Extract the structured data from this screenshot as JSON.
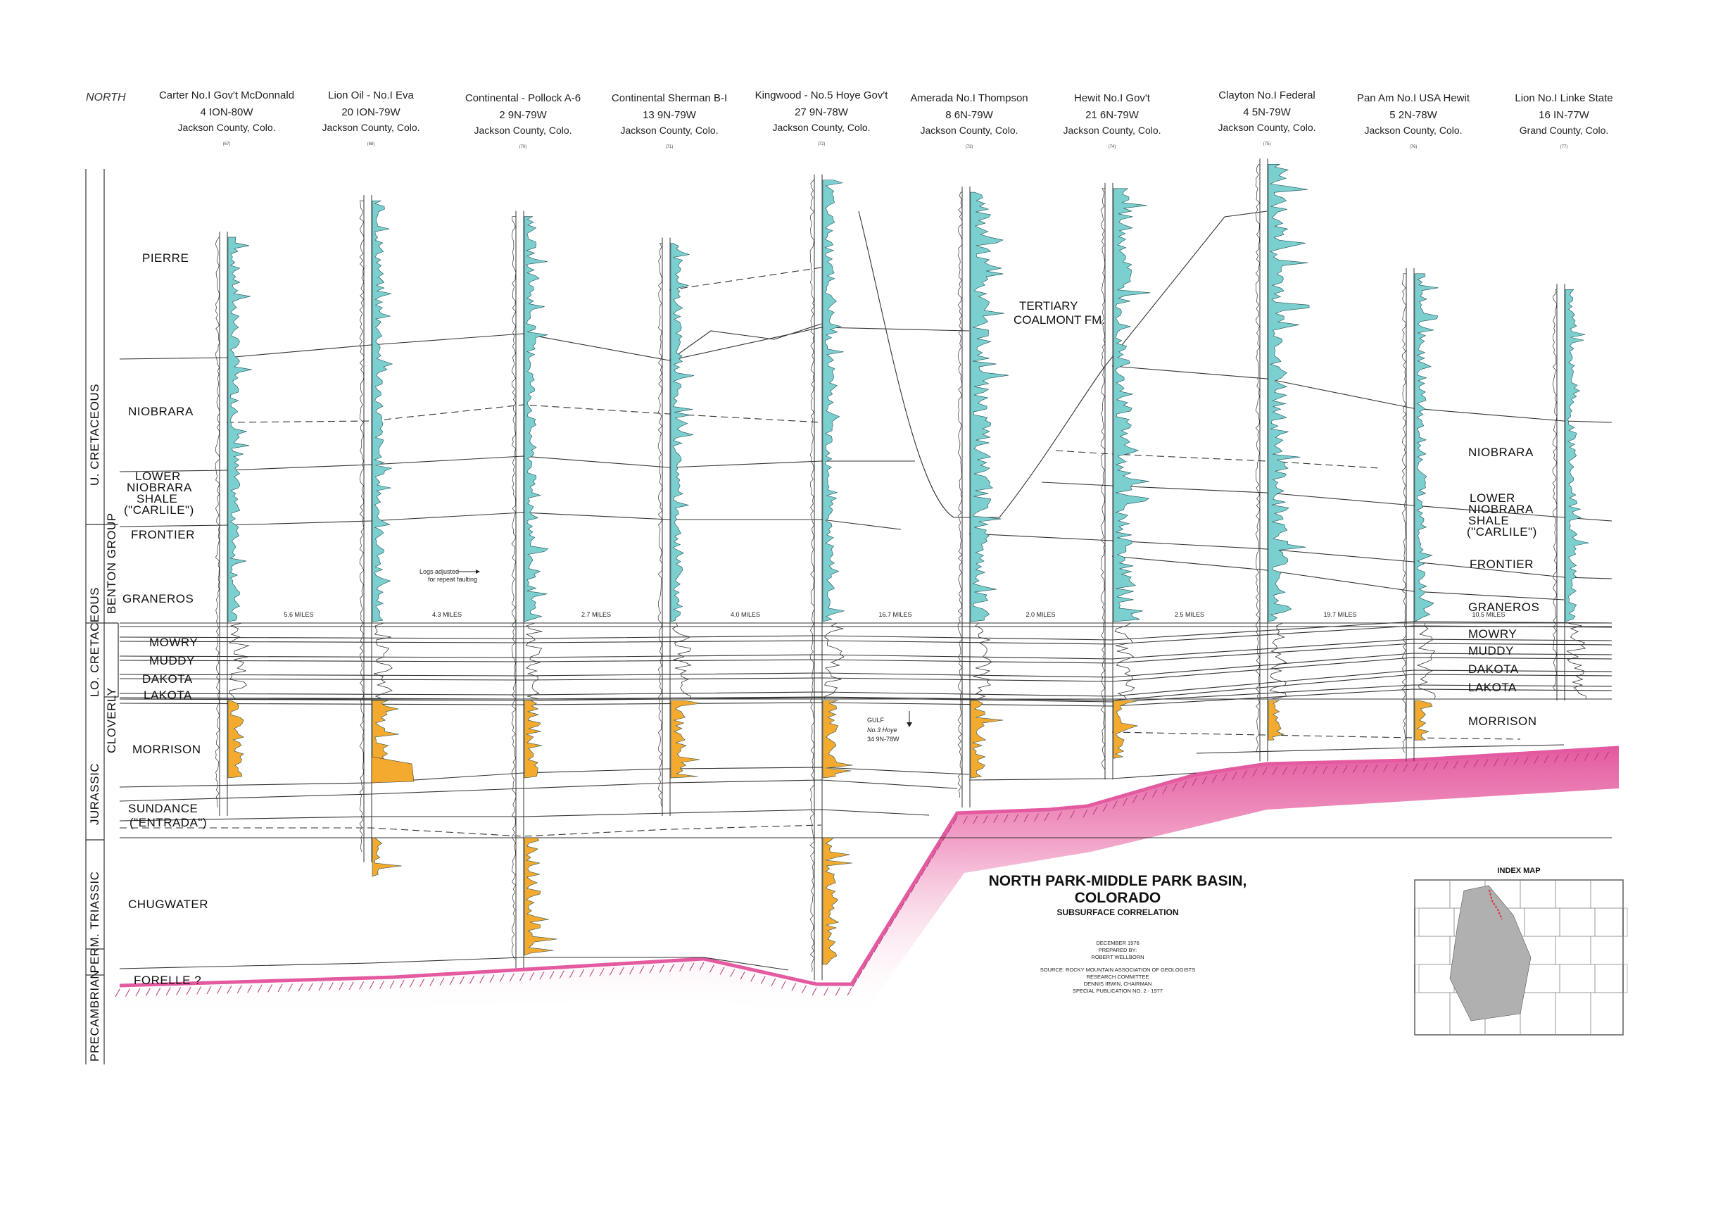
{
  "header": {
    "direction": "NORTH"
  },
  "wells": [
    {
      "name": "Carter No.I Gov't McDonnald",
      "location": "4 ION-80W",
      "county": "Jackson County, Colo.",
      "index": "(67)",
      "top": 0.195,
      "bottom": 0.665
    },
    {
      "name": "Lion Oil - No.I Eva",
      "location": "20 ION-79W",
      "county": "Jackson County, Colo.",
      "index": "(68)",
      "top": 0.165,
      "bottom": 0.703
    },
    {
      "name": "Continental - Pollock A-6",
      "location": "2 9N-79W",
      "county": "Jackson County, Colo.",
      "index": "(70)",
      "top": 0.178,
      "bottom": 0.79
    },
    {
      "name": "Continental Sherman B-I",
      "location": "13 9N-79W",
      "county": "Jackson County, Colo.",
      "index": "(71)",
      "top": 0.2,
      "bottom": 0.665
    },
    {
      "name": "Kingwood - No.5 Hoye Gov't",
      "location": "27 9N-78W",
      "county": "Jackson County, Colo.",
      "index": "(72)",
      "top": 0.148,
      "bottom": 0.8
    },
    {
      "name": "Amerada No.I Thompson",
      "location": "8 6N-79W",
      "county": "Jackson County, Colo.",
      "index": "(73)",
      "top": 0.158,
      "bottom": 0.658
    },
    {
      "name": "Hewit No.I Gov't",
      "location": "21 6N-79W",
      "county": "Jackson County, Colo.",
      "index": "(74)",
      "top": 0.155,
      "bottom": 0.635
    },
    {
      "name": "Clayton No.I Federal",
      "location": "4 5N-79W",
      "county": "Jackson County, Colo.",
      "index": "(75)",
      "top": 0.135,
      "bottom": 0.62
    },
    {
      "name": "Pan Am No.I USA Hewit",
      "location": "5 2N-78W",
      "county": "Jackson County, Colo.",
      "index": "(76)",
      "top": 0.225,
      "bottom": 0.62
    },
    {
      "name": "Lion No.I Linke State",
      "location": "16 IN-77W",
      "county": "Grand County, Colo.",
      "index": "(77)",
      "top": 0.238,
      "bottom": 0.57
    }
  ],
  "left_units": {
    "pierre": "PIERRE",
    "niobrara": "NIOBRARA",
    "lower_1": "LOWER",
    "lower_2": "NIOBRARA",
    "lower_3": "SHALE",
    "lower_4": "(\"CARLILE\")",
    "frontier": "FRONTIER",
    "graneros": "GRANEROS",
    "mowry": "MOWRY",
    "muddy": "MUDDY",
    "dakota": "DAKOTA",
    "lakota": "LAKOTA",
    "morrison": "MORRISON",
    "sundance_1": "SUNDANCE",
    "sundance_2": "(\"ENTRADA\")",
    "chugwater": "CHUGWATER",
    "forelle": "FORELLE ?"
  },
  "right_units": {
    "niobrara": "NIOBRARA",
    "lower_1": "LOWER",
    "lower_2": "NIOBRARA",
    "lower_3": "SHALE",
    "lower_4": "(\"CARLILE\")",
    "frontier": "FRONTIER",
    "graneros": "GRANEROS",
    "mowry": "MOWRY",
    "muddy": "MUDDY",
    "dakota": "DAKOTA",
    "lakota": "LAKOTA",
    "morrison": "MORRISON"
  },
  "age_bands": {
    "u_cretaceous": "U. CRETACEOUS",
    "benton_group": "BENTON GROUP",
    "lo_cretaceous": "LO. CRETACEOUS",
    "cloverly": "CLOVERLY",
    "jurassic": "JURASSIC",
    "triassic": "TRIASSIC",
    "perm": "PERM.",
    "precambrian": "PRECAMBRIAN"
  },
  "distances": [
    "5.6 MILES",
    "4.3 MILES",
    "2.7 MILES",
    "4.0 MILES",
    "16.7 MILES",
    "2.0 MILES",
    "2.5 MILES",
    "19.7 MILES",
    "10.5 MILES"
  ],
  "annotations": {
    "tertiary_1": "TERTIARY",
    "tertiary_2": "COALMONT FM.",
    "logs_adjusted_1": "Logs adjusted",
    "logs_adjusted_2": "for repeat faulting",
    "gulf_1": "GULF",
    "gulf_2": "No.3 Hoye",
    "gulf_3": "34 9N-78W"
  },
  "title": {
    "line1": "NORTH PARK-MIDDLE PARK BASIN,",
    "line2": "COLORADO",
    "sub": "SUBSURFACE CORRELATION",
    "date": "DECEMBER 1976",
    "prepared": "PREPARED BY:",
    "author": "ROBERT WELLBORN",
    "source": "SOURCE: ROCKY MOUNTAIN ASSOCIATION OF GEOLOGISTS",
    "committee": "RESEARCH COMMITTEE",
    "chair": "DENNIS IRWIN, CHAIRMAN",
    "pub": "SPECIAL PUBLICATION NO. 2 - 1977"
  },
  "index_map": {
    "title": "INDEX MAP"
  },
  "colors": {
    "log_upper": "#7ccfcf",
    "log_lower": "#f4a92f",
    "basement": "#e45aa0",
    "line": "#333333"
  }
}
